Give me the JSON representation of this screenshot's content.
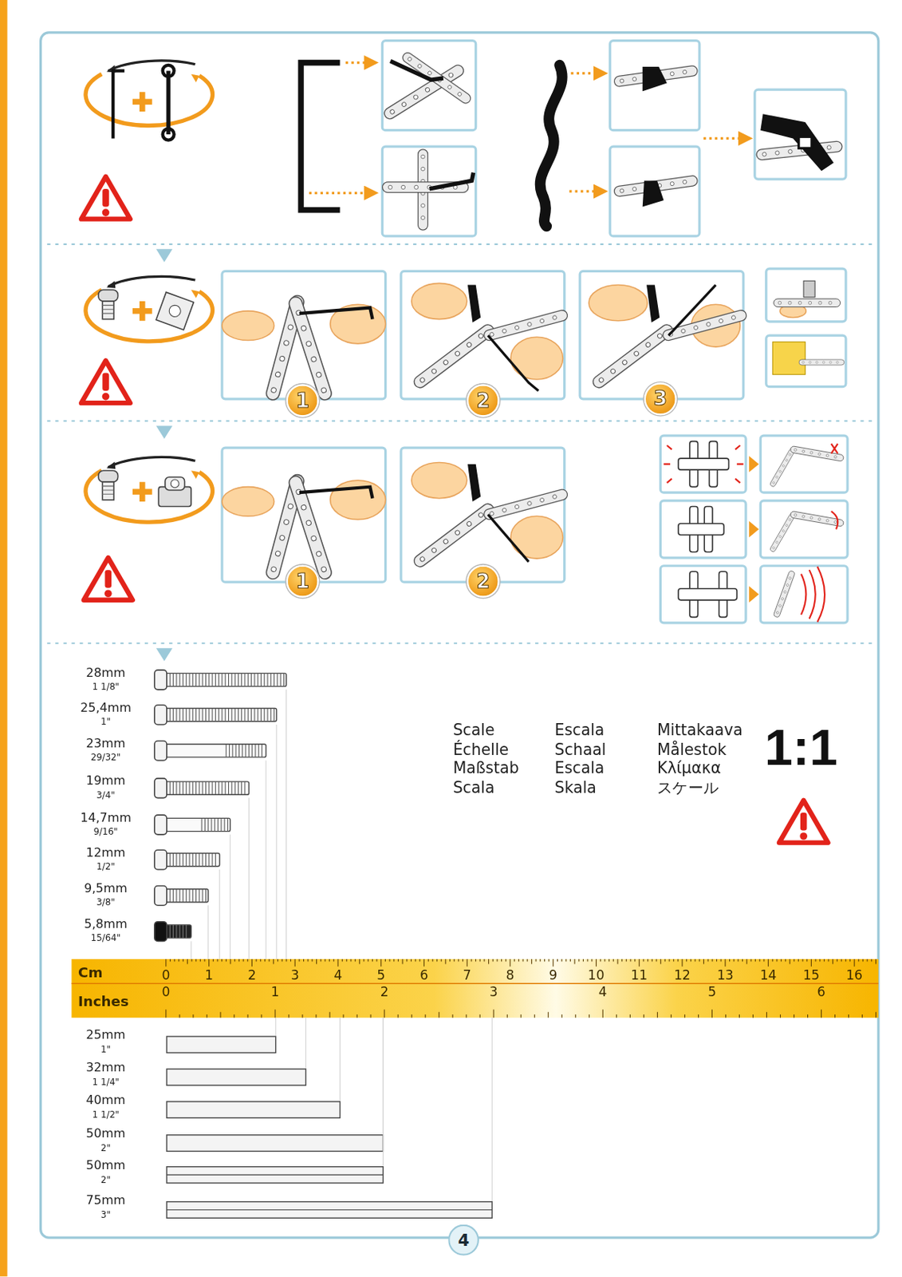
{
  "diagram": {
    "nodes": [
      {
        "text": [
          "1"
        ]
      },
      {
        "text": [
          "2"
        ]
      },
      {
        "text": [
          "3"
        ]
      },
      {
        "text": [
          "1"
        ]
      },
      {
        "text": [
          "2"
        ]
      },
      {
        "text": [
          "Cm",
          "Inches"
        ]
      },
      {
        "text": [
          "4"
        ]
      }
    ],
    "labels": [
      "28mm",
      "1 1/8\"",
      "25,4mm",
      "1\"",
      "23mm",
      "29/32\"",
      "19mm",
      "3/4\"",
      "14,7mm",
      "9/16\"",
      "12mm",
      "1/2\"",
      "9,5mm",
      "3/8\"",
      "5,8mm",
      "15/64\"",
      "Scale",
      "Escala",
      "Mittakaava",
      "Échelle",
      "Schaal",
      "Målestok",
      "Maßstab",
      "Escala",
      "Κλίμακα",
      "Scala",
      "Skala",
      "スケール",
      "1:1",
      "0",
      "1",
      "2",
      "3",
      "4",
      "5",
      "6",
      "7",
      "8",
      "9",
      "10",
      "11",
      "12",
      "13",
      "14",
      "15",
      "16",
      "0",
      "1",
      "2",
      "3",
      "4",
      "5",
      "6",
      "25mm",
      "1\"",
      "32mm",
      "1 1/4\"",
      "40mm",
      "1 1/2\"",
      "50mm",
      "2\"",
      "50mm",
      "2\"",
      "75mm",
      "3\""
    ]
  }
}
